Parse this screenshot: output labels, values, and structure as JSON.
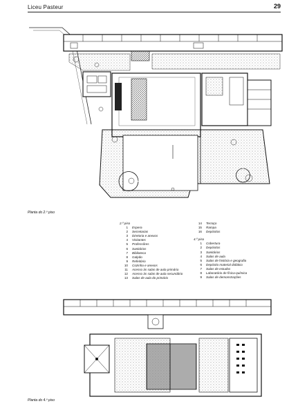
{
  "header": {
    "title": "Liceu Pasteur",
    "page_number": "29"
  },
  "captions": {
    "plan_2": "Planta do 2.º piso",
    "plan_4": "Planta do 4.º piso"
  },
  "legend_2": {
    "heading": "2.º piso",
    "items": [
      {
        "n": "1",
        "t": "Espera"
      },
      {
        "n": "2",
        "t": "Secretarias"
      },
      {
        "n": "3",
        "t": "Diretoria e anexos"
      },
      {
        "n": "4",
        "t": "Visitantes"
      },
      {
        "n": "5",
        "t": "Professôres"
      },
      {
        "n": "6",
        "t": "Sanitários"
      },
      {
        "n": "7",
        "t": "Biblioteca"
      },
      {
        "n": "8",
        "t": "Galpão"
      },
      {
        "n": "9",
        "t": "Refeitório"
      },
      {
        "n": "10",
        "t": "Cozinha e anexos"
      },
      {
        "n": "11",
        "t": "Acesso às salas de aula primário"
      },
      {
        "n": "12",
        "t": "Acesso às salas de aula secundário"
      },
      {
        "n": "13",
        "t": "Salas de aula do primário"
      }
    ]
  },
  "legend_2b": {
    "items": [
      {
        "n": "14",
        "t": "Terraço"
      },
      {
        "n": "15",
        "t": "Rampa"
      },
      {
        "n": "16",
        "t": "Depósitos"
      }
    ]
  },
  "legend_4": {
    "heading": "4.º piso",
    "items": [
      {
        "n": "1",
        "t": "Cobertura"
      },
      {
        "n": "2",
        "t": "Depósitos"
      },
      {
        "n": "3",
        "t": "Sanitários"
      },
      {
        "n": "4",
        "t": "Salas de aula"
      },
      {
        "n": "5",
        "t": "Salas de história e geografia"
      },
      {
        "n": "6",
        "t": "Depósito material didático"
      },
      {
        "n": "7",
        "t": "Salas de estudos"
      },
      {
        "n": "8",
        "t": "Laboratório de física-química"
      },
      {
        "n": "9",
        "t": "Salas de demonstrações"
      }
    ]
  }
}
